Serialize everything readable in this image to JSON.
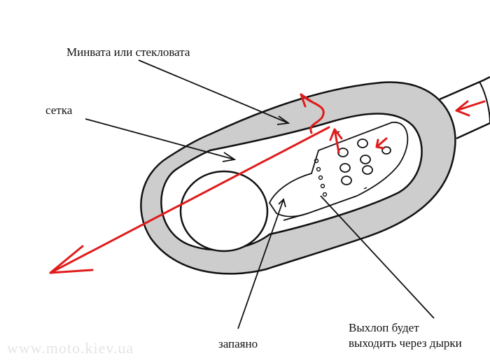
{
  "labels": {
    "mineral_wool": "Минвата или стекловата",
    "mesh": "сетка",
    "soldered": "запаяно",
    "exhaust_line1": "Выхлоп будет",
    "exhaust_line2": "выходить через дырки"
  },
  "watermark": "www.moto.kiev.ua",
  "colors": {
    "outline": "#111111",
    "flow_arrow": "#e01b1b",
    "insulation": "#bdbdbd",
    "background": "#ffffff"
  }
}
